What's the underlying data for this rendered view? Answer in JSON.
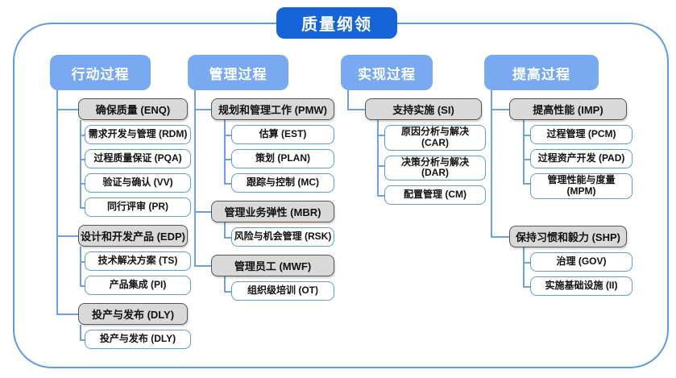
{
  "title": "质量纲领",
  "colors": {
    "title_bg": "#1565D8",
    "column_header_bg": "#79A9F1",
    "connector_line": "#6FA0E2",
    "frame_border": "#5C9CE6",
    "group_box_bg": "#D9D9D9",
    "group_box_border": "#555555",
    "leaf_box_border": "#5B9BD5"
  },
  "columns": [
    {
      "header": "行动过程",
      "groups": [
        {
          "label": "确保质量 (ENQ)",
          "children": [
            "需求开发与管理 (RDM)",
            "过程质量保证 (PQA)",
            "验证与确认 (VV)",
            "同行评审 (PR)"
          ]
        },
        {
          "label": "设计和开发产品 (EDP)",
          "children": [
            "技术解决方案 (TS)",
            "产品集成 (PI)"
          ]
        },
        {
          "label": "投产与发布 (DLY)",
          "children": [
            "投产与发布 (DLY)"
          ]
        }
      ]
    },
    {
      "header": "管理过程",
      "groups": [
        {
          "label": "规划和管理工作 (PMW)",
          "children": [
            "估算 (EST)",
            "策划 (PLAN)",
            "跟踪与控制 (MC)"
          ]
        },
        {
          "label": "管理业务弹性 (MBR)",
          "children": [
            "风险与机会管理 (RSK)"
          ]
        },
        {
          "label": "管理员工 (MWF)",
          "children": [
            "组织级培训 (OT)"
          ]
        }
      ]
    },
    {
      "header": "实现过程",
      "groups": [
        {
          "label": "支持实施 (SI)",
          "children": [
            "原因分析与解决 (CAR)",
            "决策分析与解决 (DAR)",
            "配置管理 (CM)"
          ]
        }
      ]
    },
    {
      "header": "提高过程",
      "groups": [
        {
          "label": "提高性能 (IMP)",
          "children": [
            "过程管理 (PCM)",
            "过程资产开发 (PAD)",
            "管理性能与度量 (MPM)"
          ]
        },
        {
          "label": "保持习惯和毅力 (SHP)",
          "children": [
            "治理 (GOV)",
            "实施基础设施 (II)"
          ]
        }
      ]
    }
  ]
}
